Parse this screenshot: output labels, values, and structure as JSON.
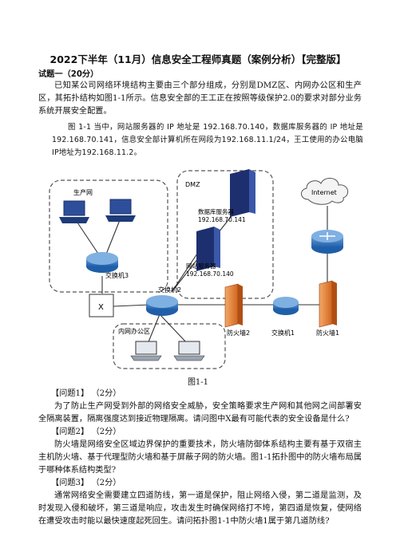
{
  "doc": {
    "title": "2022下半年（11月）信息安全工程师真题（案例分析）【完整版】",
    "section": "试题一（20分）",
    "intro": "已知某公司网络环境结构主要由三个部分组成，分别是DMZ区、内网办公区和生产区，其拓扑结构如图1-1所示。信息安全部的王工正在按照等级保护2.0的要求对部分业务系统开展安全配置。",
    "para2": "图 1-1 当中，网站服务器的 IP 地址是 192.168.70.140，数据库服务器的 IP 地址是 192.168.70.141，信息安全部计算机所在网段为192.168.11.1/24，王工使用的办公电脑IP地址为192.168.11.2。",
    "figure_caption": "图1-1",
    "questions": [
      {
        "label": "【问题1】",
        "points": "（2分）",
        "text": "为了防止生产网受到外部的网络安全威胁，安全策略要求生产网和其他网之间部署安全隔离装置，隔离强度达到接近物理隔离。请问图中X最有可能代表的安全设备是什么?"
      },
      {
        "label": "【问题2】",
        "points": "（2分）",
        "text": "防火墙是网络安全区域边界保护的重要技术，防火墙防御体系结构主要有基于双宿主主机防火墙、基于代理型防火墙和基于屏蔽子网的防火墙。图1-1拓扑图中的防火墙布局属于哪种体系结构类型?"
      },
      {
        "label": "【问题3】",
        "points": "（2分）",
        "text": "通常网络安全需要建立四道防线，第一道是保护，阻止网络入侵，第二道是监测，及时发现入侵和破坏，第三道是响应，攻击发生时确保网络打不垮，第四道是恢复，使网络在遭受攻击时能以最快速度起死回生。请问拓扑图1-1中防火墙1属于第几道防线?"
      }
    ]
  },
  "diagram": {
    "labels": {
      "production_net": "生产网",
      "dmz": "DMZ",
      "internet": "Internet",
      "db_server": "数据库服务器",
      "db_ip": "192.168.70.141",
      "web_server": "网站服务器",
      "web_ip": "192.168.70.140",
      "switch3": "交换机3",
      "switch2": "交换机2",
      "switch1": "交换机1",
      "x_device": "X",
      "office_net": "内网办公区",
      "firewall2": "防火墙2",
      "firewall1": "防火墙1"
    }
  }
}
